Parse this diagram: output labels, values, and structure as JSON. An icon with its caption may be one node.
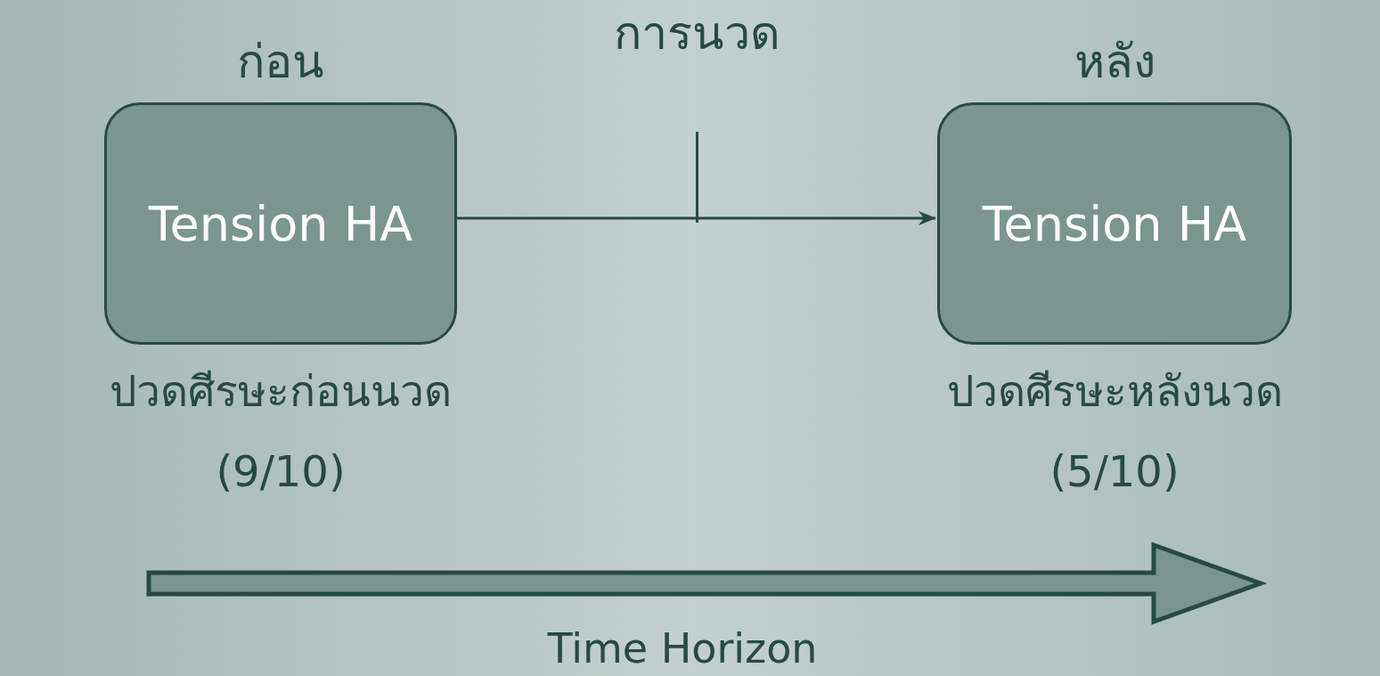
{
  "diagram": {
    "nodes": [
      {
        "text": [
          "ก่อน",
          "Tension HA"
        ],
        "beside": [
          "ปวดศีรษะก่อนนวด (9/10)"
        ]
      },
      {
        "text": [
          "หลัง",
          "Tension HA"
        ],
        "beside": [
          "ปวดศีรษะหลังนวด (5/10)"
        ]
      }
    ],
    "edges": [
      {
        "from": 0,
        "to": 1,
        "arrow": "to",
        "label": "การนวด"
      }
    ],
    "labels": [
      "Time Horizon"
    ]
  }
}
